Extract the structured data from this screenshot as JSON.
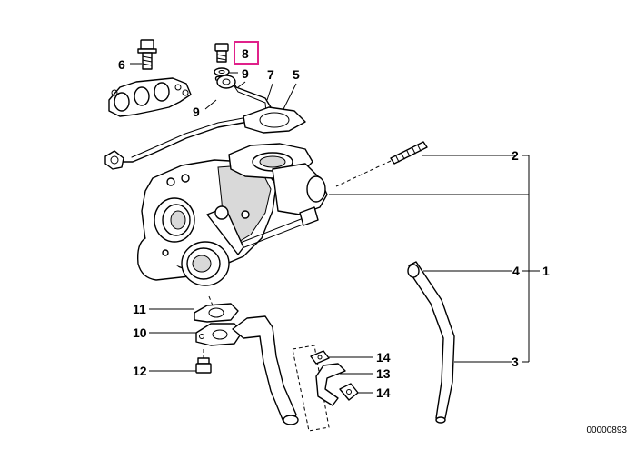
{
  "callouts": {
    "c6": "6",
    "c8": "8",
    "c9a": "9",
    "c7": "7",
    "c5": "5",
    "c9b": "9",
    "c2": "2",
    "c4": "4",
    "c1": "1",
    "c11": "11",
    "c10": "10",
    "c12": "12",
    "c14a": "14",
    "c13": "13",
    "c14b": "14",
    "c3": "3"
  },
  "highlighted_callout": "8",
  "highlight_color": "#e0218a",
  "document_number": "00000893"
}
